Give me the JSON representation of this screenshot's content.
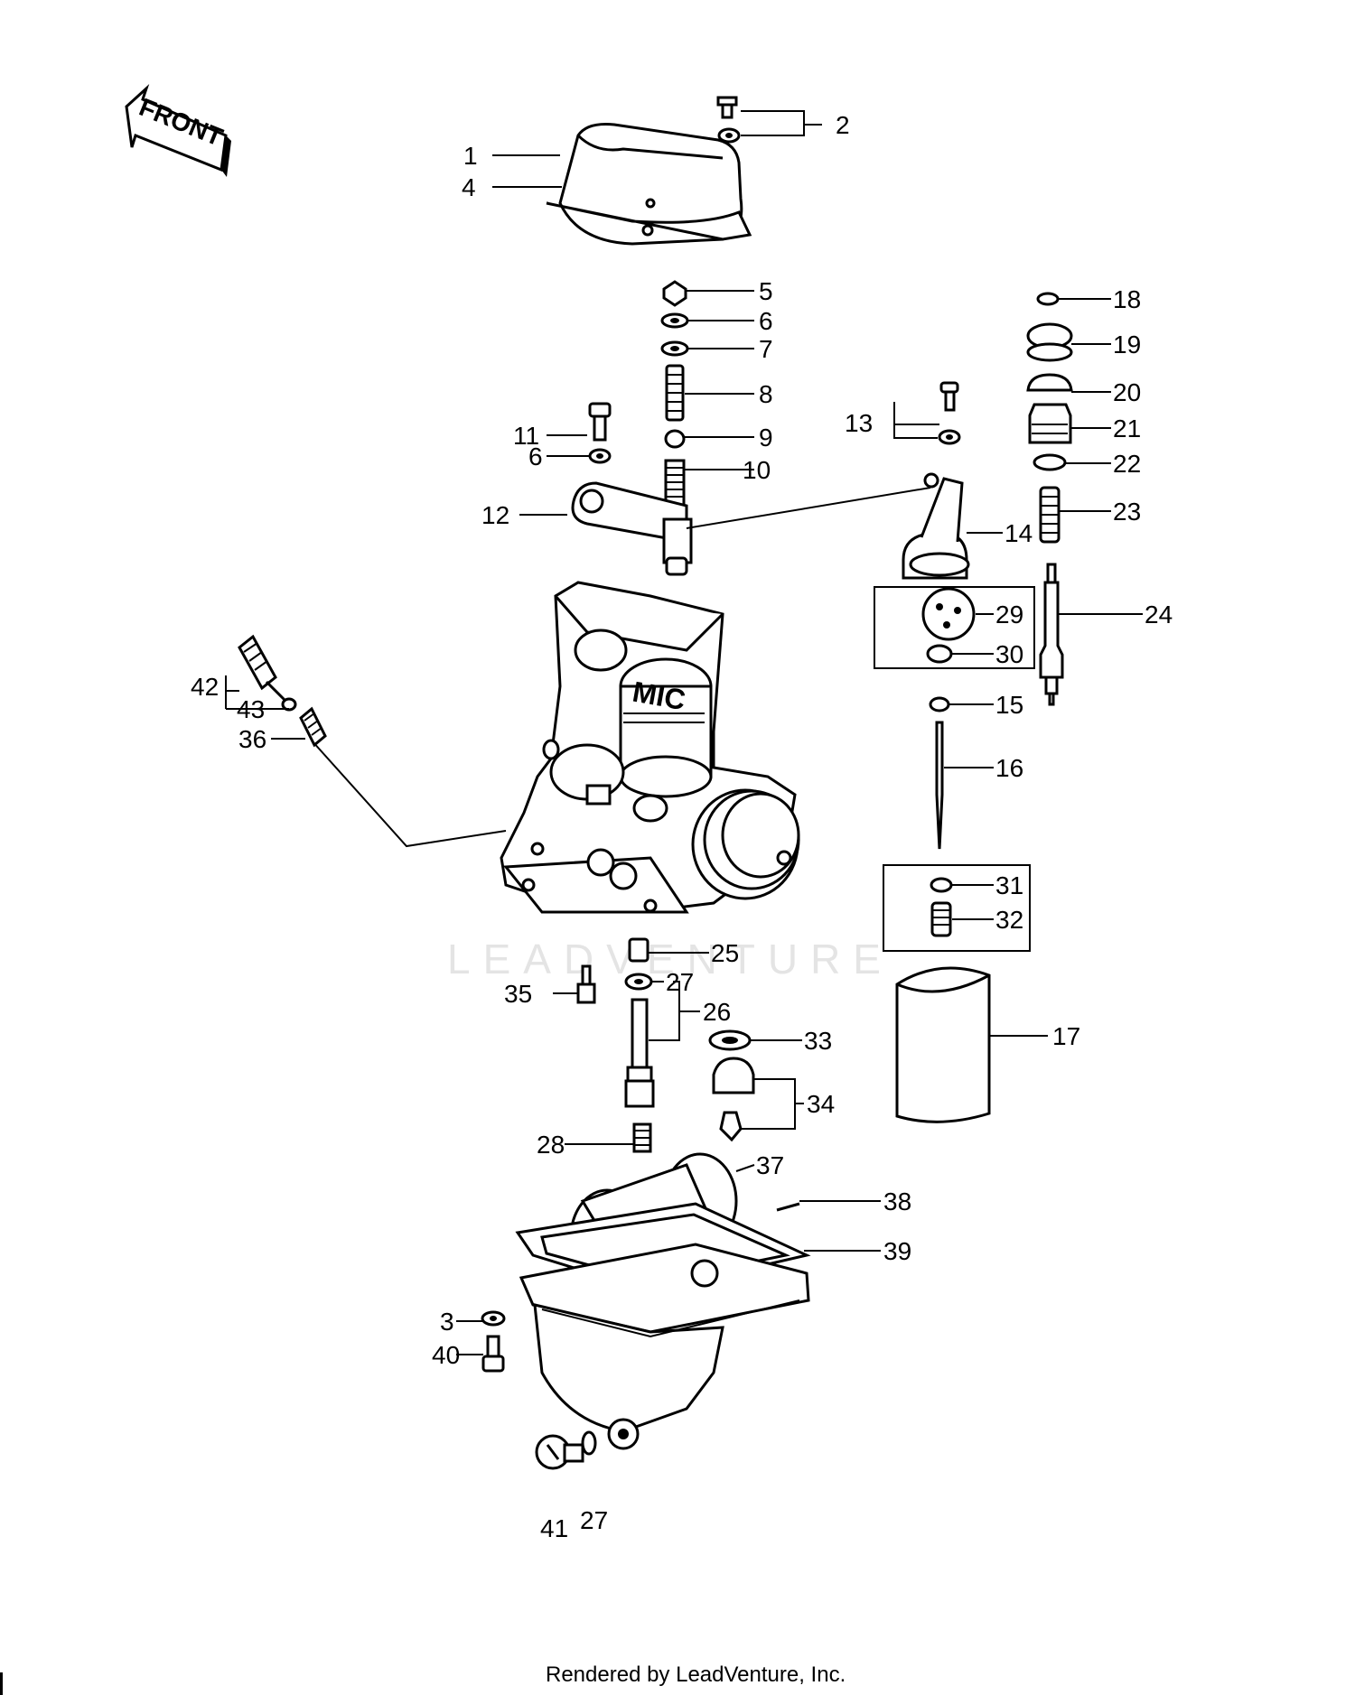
{
  "watermark": "LEADVENTURE",
  "footer": "Rendered by LeadVenture, Inc.",
  "front_arrow_label": "FRONT",
  "callouts": {
    "c1": "1",
    "c2": "2",
    "c3": "3",
    "c4": "4",
    "c5": "5",
    "c6a": "6",
    "c6b": "6",
    "c7": "7",
    "c8": "8",
    "c9": "9",
    "c10": "10",
    "c11": "11",
    "c12": "12",
    "c13": "13",
    "c14": "14",
    "c15": "15",
    "c16": "16",
    "c17": "17",
    "c18": "18",
    "c19": "19",
    "c20": "20",
    "c21": "21",
    "c22": "22",
    "c23": "23",
    "c24": "24",
    "c25": "25",
    "c26": "26",
    "c27a": "27",
    "c27b": "27",
    "c28": "28",
    "c29": "29",
    "c30": "30",
    "c31": "31",
    "c32": "32",
    "c33": "33",
    "c34": "34",
    "c35": "35",
    "c36": "36",
    "c37": "37",
    "c38": "38",
    "c39": "39",
    "c40": "40",
    "c41": "41",
    "c42": "42",
    "c43": "43"
  }
}
